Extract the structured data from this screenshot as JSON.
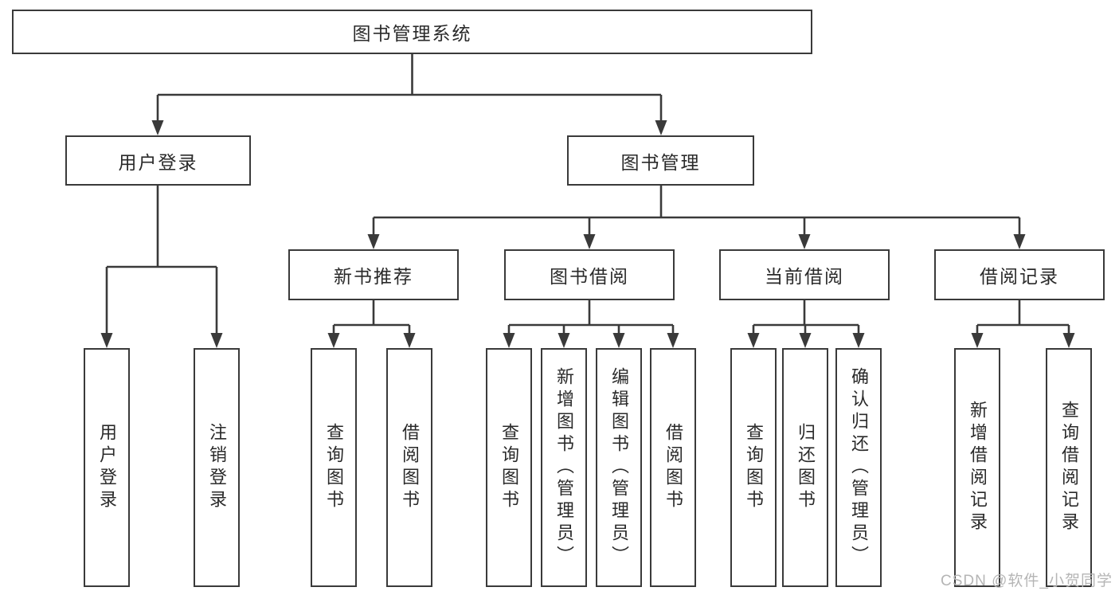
{
  "diagram_type": "hierarchy-tree",
  "colors": {
    "line": "#3a3a3a",
    "box_border": "#3a3a3a",
    "text": "#2a2a2a",
    "watermark": "#b5b5b5",
    "background": "#ffffff"
  },
  "watermark": "CSDN @软件_小贺同学",
  "tree": {
    "root": "图书管理系统",
    "children": [
      {
        "label": "用户登录",
        "children": [
          "用户登录",
          "注销登录"
        ]
      },
      {
        "label": "图书管理",
        "children": [
          {
            "label": "新书推荐",
            "children": [
              "查询图书",
              "借阅图书"
            ]
          },
          {
            "label": "图书借阅",
            "children": [
              "查询图书",
              "新增图书（管理员）",
              "编辑图书（管理员）",
              "借阅图书"
            ]
          },
          {
            "label": "当前借阅",
            "children": [
              "查询图书",
              "归还图书",
              "确认归还（管理员）"
            ]
          },
          {
            "label": "借阅记录",
            "children": [
              "新增借阅记录",
              "查询借阅记录"
            ]
          }
        ]
      }
    ]
  }
}
